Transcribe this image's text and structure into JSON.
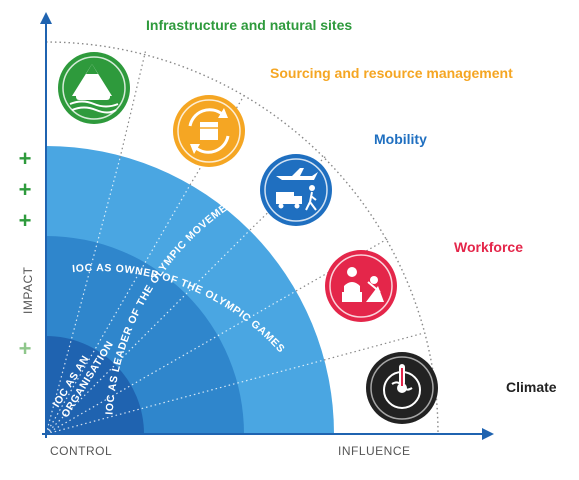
{
  "axes": {
    "y_label": "IMPACT",
    "x_label_left": "CONTROL",
    "x_label_right": "INFLUENCE"
  },
  "plus_marks": [
    "+",
    "+",
    "+",
    "+"
  ],
  "rings": [
    {
      "label": "IOC AS AN ORGANISATION",
      "line1": "IOC AS AN",
      "line2": "ORGANISATION",
      "color": "#1f63b0"
    },
    {
      "label": "IOC AS OWNER OF THE OLYMPIC GAMES",
      "color": "#2f86cc"
    },
    {
      "label": "IOC AS LEADER OF THE OLYMPIC MOVEMENT",
      "color": "#4aa6e2"
    }
  ],
  "categories": [
    {
      "label": "Infrastructure and natural sites",
      "color": "#2e9a3c",
      "icon": "mountain-stadium-icon"
    },
    {
      "label": "Sourcing and resource management",
      "color": "#f5a623",
      "icon": "recycle-box-icon"
    },
    {
      "label": "Mobility",
      "color": "#1f6fc0",
      "icon": "plane-truck-walker-icon"
    },
    {
      "label": "Workforce",
      "color": "#e4264a",
      "icon": "worker-laptop-icon"
    },
    {
      "label": "Climate",
      "color": "#222222",
      "icon": "thermometer-globe-icon"
    }
  ]
}
